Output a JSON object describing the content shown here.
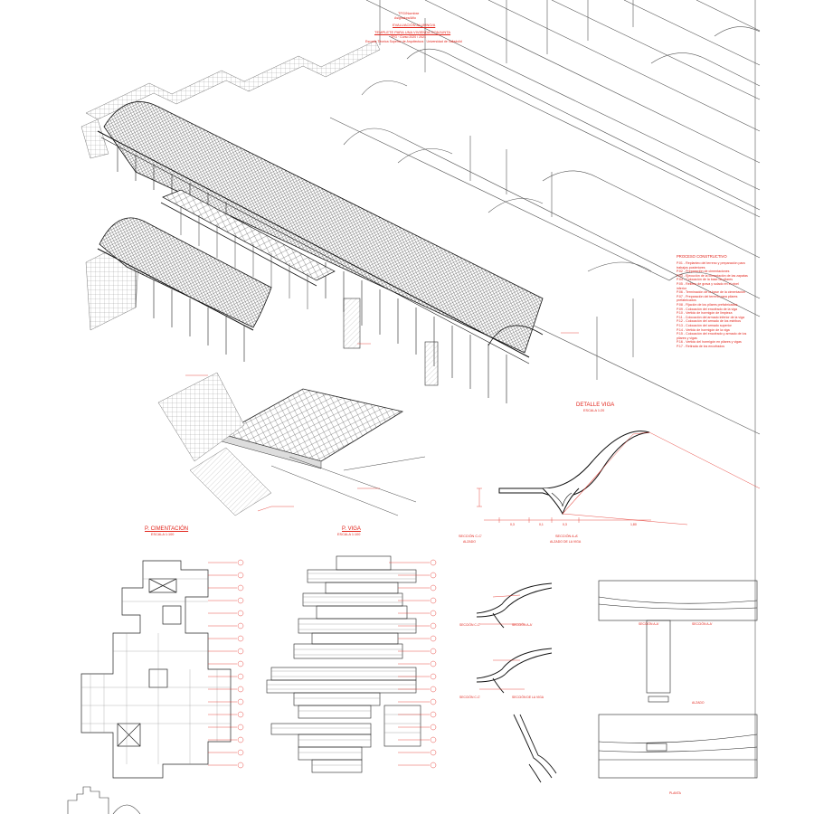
{
  "header": {
    "line1": "TFG/Nombre",
    "line2": "Asignatura/Año",
    "line3": "EVALUACIÓN ALUMNO/A",
    "line4": "TEMPLETE PARA UNA VIVIENDA CONJUNTA",
    "line5": "TFG · Curso 2020 / 2021",
    "line6": "Escuela Técnica Superior de Arquitectura · Universidad de Valladolid"
  },
  "legend": {
    "title": "PROCESO CONSTRUCTIVO",
    "items": [
      "P.01 - Replanteo del terreno y preparación para trabajos posteriores",
      "P.02 - Preparación de cimentaciones",
      "P.03 - Ejecución de la cimentación de las zapatas",
      "P.04 - Colocación de la base de pilares",
      "P.05 - Relleno de grava y solado en el nivel inferior",
      "P.06 - Terminación de la base de la cimentación",
      "P.07 - Preparación del terreno para pilares prefabricados",
      "P.08 - Fijación de los pilares prefabricados",
      "P.09 - Colocación del encofrado de la viga",
      "P.10 - Vertido de hormigón de limpieza",
      "P.11 - Colocación del armado inferior de la viga",
      "P.12 - Colocación del armado de los estribos",
      "P.13 - Colocación del armado superior",
      "P.14 - Vertido de hormigón de la viga",
      "P.15 - Colocación del encofrado y armado de los pilares y vigas",
      "P.16 - Vertido del hormigón en pilares y vigas",
      "P.17 - Retirada de los encofrados"
    ]
  },
  "detail": {
    "title": "DETALLE VIGA",
    "scale": "ESCALA 1:20",
    "dims": [
      "0,3",
      "0,1",
      "0,3",
      "1,80"
    ],
    "sec1": "SECCIÓN C-C'",
    "sec1b": "ALZADO",
    "sec2": "SECCIÓN A-A'",
    "sec2b": "ALZADO DE LA VIGA"
  },
  "plans": {
    "cim_title": "P. CIMENTACIÓN",
    "cim_scale": "ESCALA 1:100",
    "viga_title": "P. VIGA",
    "viga_scale": "ESCALA 1:100"
  },
  "sections": {
    "a1": "SECCIÓN C-C'",
    "a2": "SECCIÓN A-A'",
    "b1": "SECCIÓN C-C'",
    "b2": "SECCIÓN DE LA VIGA",
    "c1": "SECCIÓN A-A'",
    "c2": "SECCIÓN A-A'",
    "c3": "ALZADO",
    "c4": "PLANTA"
  },
  "colors": {
    "annotation": "#e2231a",
    "line": "#3a3a3a"
  }
}
